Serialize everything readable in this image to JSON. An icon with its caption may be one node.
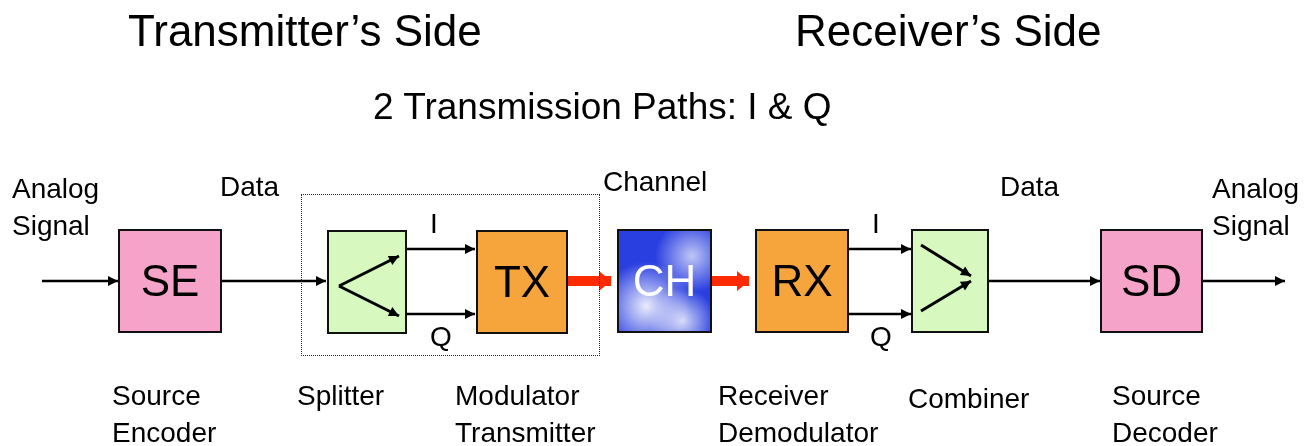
{
  "diagram": {
    "nodes": [
      {
        "text": [],
        "shape": "box"
      },
      {
        "text": [
          "SE"
        ],
        "beside": [
          "Source Encoder"
        ]
      },
      {
        "text": [],
        "shape": "box",
        "in": 0,
        "beside": [
          "Splitter"
        ]
      },
      {
        "text": [
          "TX"
        ],
        "in": 0,
        "beside": [
          "Modulator Transmitter"
        ]
      },
      {
        "text": [
          "CH"
        ],
        "beside": [
          "Channel"
        ]
      },
      {
        "text": [
          "RX"
        ],
        "beside": [
          "Receiver Demodulator"
        ]
      },
      {
        "text": [],
        "shape": "box",
        "beside": [
          "Combiner"
        ]
      },
      {
        "text": [
          "SD"
        ],
        "beside": [
          "Source Decoder"
        ]
      }
    ],
    "edges": [
      {
        "from": null,
        "to": 1,
        "arrow": "to",
        "label": "Analog Signal"
      },
      {
        "from": 1,
        "to": 2,
        "arrow": "to",
        "label": "Data"
      },
      {
        "from": 2,
        "to": 3,
        "arrow": "to",
        "label": "I"
      },
      {
        "from": 2,
        "to": 3,
        "arrow": "to",
        "label": "Q"
      },
      {
        "from": 3,
        "to": 4,
        "arrow": "to",
        "style": "thick",
        "color": "#ff2a00"
      },
      {
        "from": 4,
        "to": 5,
        "arrow": "to",
        "style": "thick",
        "color": "#ff2a00"
      },
      {
        "from": 5,
        "to": 6,
        "arrow": "to",
        "label": "I"
      },
      {
        "from": 5,
        "to": 6,
        "arrow": "to",
        "label": "Q"
      },
      {
        "from": 6,
        "to": 7,
        "arrow": "to",
        "label": "Data"
      },
      {
        "from": 7,
        "to": null,
        "arrow": "to",
        "label": "Analog Signal"
      }
    ],
    "labels": [
      "Transmitter’s Side",
      "Receiver’s Side",
      "2 Transmission Paths: I & Q"
    ]
  }
}
